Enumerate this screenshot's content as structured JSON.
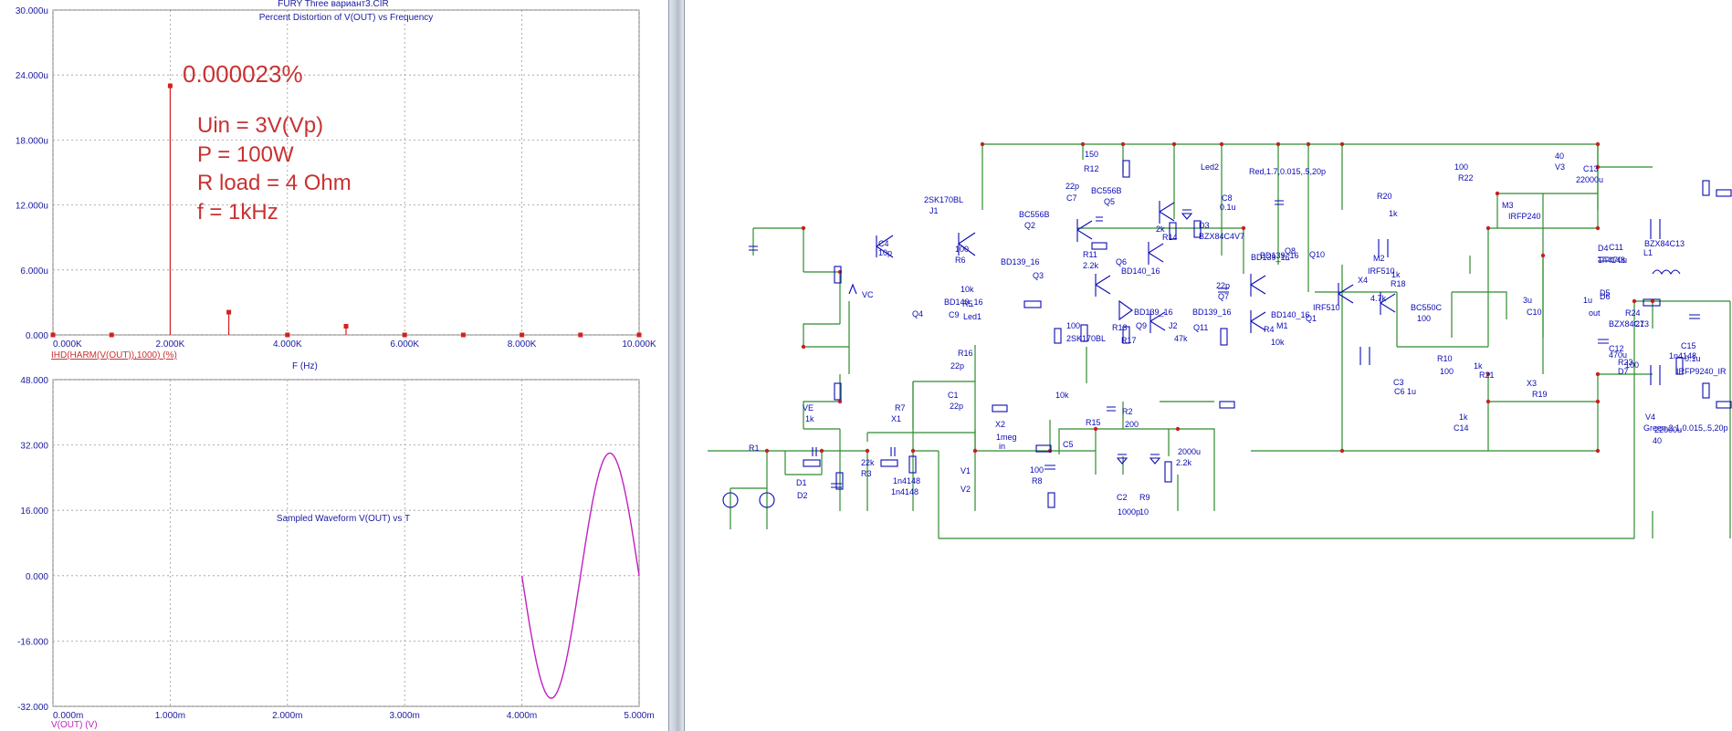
{
  "window_title": "FURY Three вариант3.CIR",
  "colors": {
    "grid": "#9a9a9a",
    "axis_text": "#1a1aa0",
    "distortion": "#d42020",
    "waveform": "#c020c0",
    "wire": "#2e8b2e",
    "parts": "#0a0ab4",
    "annotation": "#c83232"
  },
  "chart_data": [
    {
      "type": "bar",
      "title": "Percent Distortion of V(OUT) vs Frequency",
      "xlabel": "F (Hz)",
      "legend": "IHD(HARM(V(OUT)),1000) (%)",
      "x_ticks": [
        "0.000K",
        "2.000K",
        "4.000K",
        "6.000K",
        "8.000K",
        "10.000K"
      ],
      "y_ticks": [
        "30.000u",
        "24.000u",
        "18.000u",
        "12.000u",
        "6.000u",
        "0.000"
      ],
      "xlim": [
        0,
        10000
      ],
      "ylim": [
        0,
        30
      ],
      "y_unit": "u",
      "x": [
        0,
        1000,
        2000,
        3000,
        4000,
        5000,
        6000,
        7000,
        8000,
        9000,
        10000
      ],
      "values": [
        0,
        0,
        23,
        2.1,
        0,
        0.8,
        0,
        0,
        0,
        0,
        0
      ],
      "peak_label": "0.000023%",
      "annotations": [
        "Uin = 3V(Vp)",
        "P = 100W",
        "R load  = 4 Ohm",
        "f = 1kHz"
      ]
    },
    {
      "type": "line",
      "title": "Sampled Waveform  V(OUT) vs T",
      "legend": "V(OUT) (V)",
      "x_ticks": [
        "0.000m",
        "1.000m",
        "2.000m",
        "3.000m",
        "4.000m",
        "5.000m"
      ],
      "y_ticks": [
        "48.000",
        "32.000",
        "16.000",
        "0.000",
        "-16.000",
        "-32.000"
      ],
      "xlim": [
        0,
        5
      ],
      "ylim": [
        -32,
        48
      ],
      "x_unit": "ms",
      "series": [
        {
          "x_start": 4.0,
          "x_end": 5.0,
          "amplitude": 30,
          "frequency_khz": 1
        }
      ]
    }
  ],
  "schematic": {
    "labels": [
      "2SK170BL",
      "J1",
      "C4",
      "10p",
      "100",
      "R6",
      "BC556B",
      "Q2",
      "22p",
      "C7",
      "R11",
      "2.2k",
      "BC556B",
      "Q5",
      "150",
      "R12",
      "Led2",
      "Red,1.7,0.015,.5,20p",
      "C8",
      "0.1u",
      "D3",
      "BZX84C4V7",
      "2k",
      "R14",
      "BD139_16",
      "Q3",
      "Q6",
      "BD140_16",
      "BD139_16",
      "Q8",
      "BD139_16",
      "Q10",
      "M2",
      "IRF510",
      "X4",
      "4.7k",
      "1k",
      "R18",
      "R20",
      "1k",
      "100",
      "R22",
      "M3",
      "IRFP240",
      "C13",
      "22000u",
      "40",
      "V3",
      "C11",
      "470u",
      "D4",
      "1n4148",
      "D5",
      "BZX84C13",
      "L1",
      "3u",
      "C10",
      "1u",
      "out",
      "R24",
      "27",
      "C15",
      "0.1u",
      "10",
      "R25",
      "D6",
      "BZX84C13",
      "C12",
      "470u",
      "100",
      "R23",
      "D7",
      "1n4148",
      "IRFP9240_IR",
      "X3",
      "R19",
      "1k",
      "R21",
      "1k",
      "C14",
      "22000u",
      "40",
      "V4",
      "Green,2.1,0.015,.5,20p",
      "VC",
      "10k",
      "R5",
      "Led1",
      "Q4",
      "BD140_16",
      "C9",
      "22p",
      "Q7",
      "BD139_16",
      "Q9",
      "BD139_16",
      "Q11",
      "BD140_16",
      "M1",
      "IRF510",
      "Q1",
      "BC550C",
      "100",
      "R10",
      "100",
      "R13",
      "R17",
      "100",
      "2SK170BL",
      "J2",
      "47k",
      "R4",
      "10k",
      "R16",
      "22p",
      "C1",
      "22p",
      "C3",
      "C6 1u",
      "VE",
      "1k",
      "R7",
      "X1",
      "10k",
      "X2",
      "R15",
      "1meg",
      "in",
      "R2",
      "200",
      "C5",
      "2000u",
      "2.2k",
      "R1",
      "22k",
      "R3",
      "100",
      "R8",
      "D1",
      "D2",
      "1n4148",
      "1n4148",
      "V1",
      "V2",
      "C2",
      "1000p",
      "R9",
      "10"
    ]
  }
}
